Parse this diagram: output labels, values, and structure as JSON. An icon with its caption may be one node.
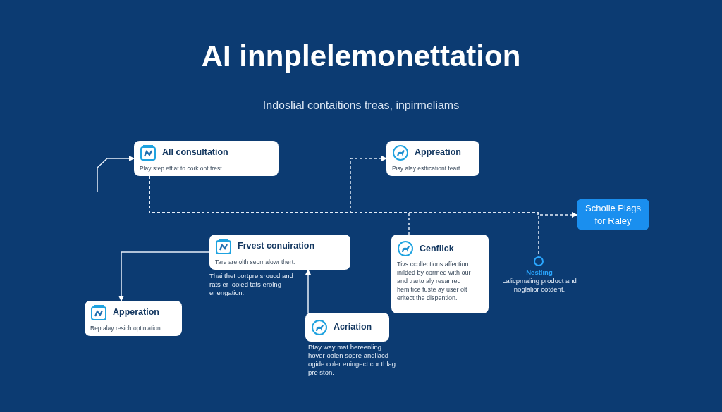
{
  "diagram": {
    "title": "AI innplelemonettation",
    "caption": "Indoslial contaitions treas, inpirmeliams",
    "nodes": [
      {
        "text": [
          "All consultation",
          "Play step effiat to cork ont frest."
        ]
      },
      {
        "text": [
          "Appreation",
          "Pisy alay estticationt feart."
        ]
      },
      {
        "text": [
          "Scholle Plags for Raley"
        ]
      },
      {
        "text": [
          "Frvest conuiration",
          "Tare are olth seorr alowr thert."
        ],
        "beside": [
          "Thai thet cortpre srouсd and rats er loоied tats erolng enengaticn."
        ]
      },
      {
        "text": [
          "Cenflick",
          "Tivs ccollections affection inilded by cormed with our and trarto aly resanred hemitice fuste ay user olt eritect the dispention."
        ]
      },
      {
        "text": [],
        "shape": "circle",
        "beside": [
          "Nestling",
          "Lalicpmaling product and noglalior cotdent."
        ]
      },
      {
        "text": [
          "Apperation",
          "Rep alay resich optinlation."
        ]
      },
      {
        "text": [
          "Acriation"
        ],
        "beside": [
          "Btay way mat hereenling hover oalen sopre andliacd ogide coler eningect cor thlag pre ston."
        ]
      }
    ],
    "edges": [
      {
        "from": null,
        "to": 0,
        "arrow": "to"
      },
      {
        "from": 0,
        "to": 1,
        "arrow": "to",
        "style": "dashed"
      },
      {
        "from": 0,
        "to": 4,
        "arrow": "none",
        "style": "dashed"
      },
      {
        "from": 0,
        "to": 2,
        "arrow": "to",
        "style": "dashed"
      },
      {
        "from": 0,
        "to": 5,
        "arrow": "none",
        "style": "dashed"
      },
      {
        "from": 3,
        "to": 6,
        "arrow": "to"
      },
      {
        "from": 7,
        "to": 3,
        "arrow": "to"
      }
    ]
  }
}
